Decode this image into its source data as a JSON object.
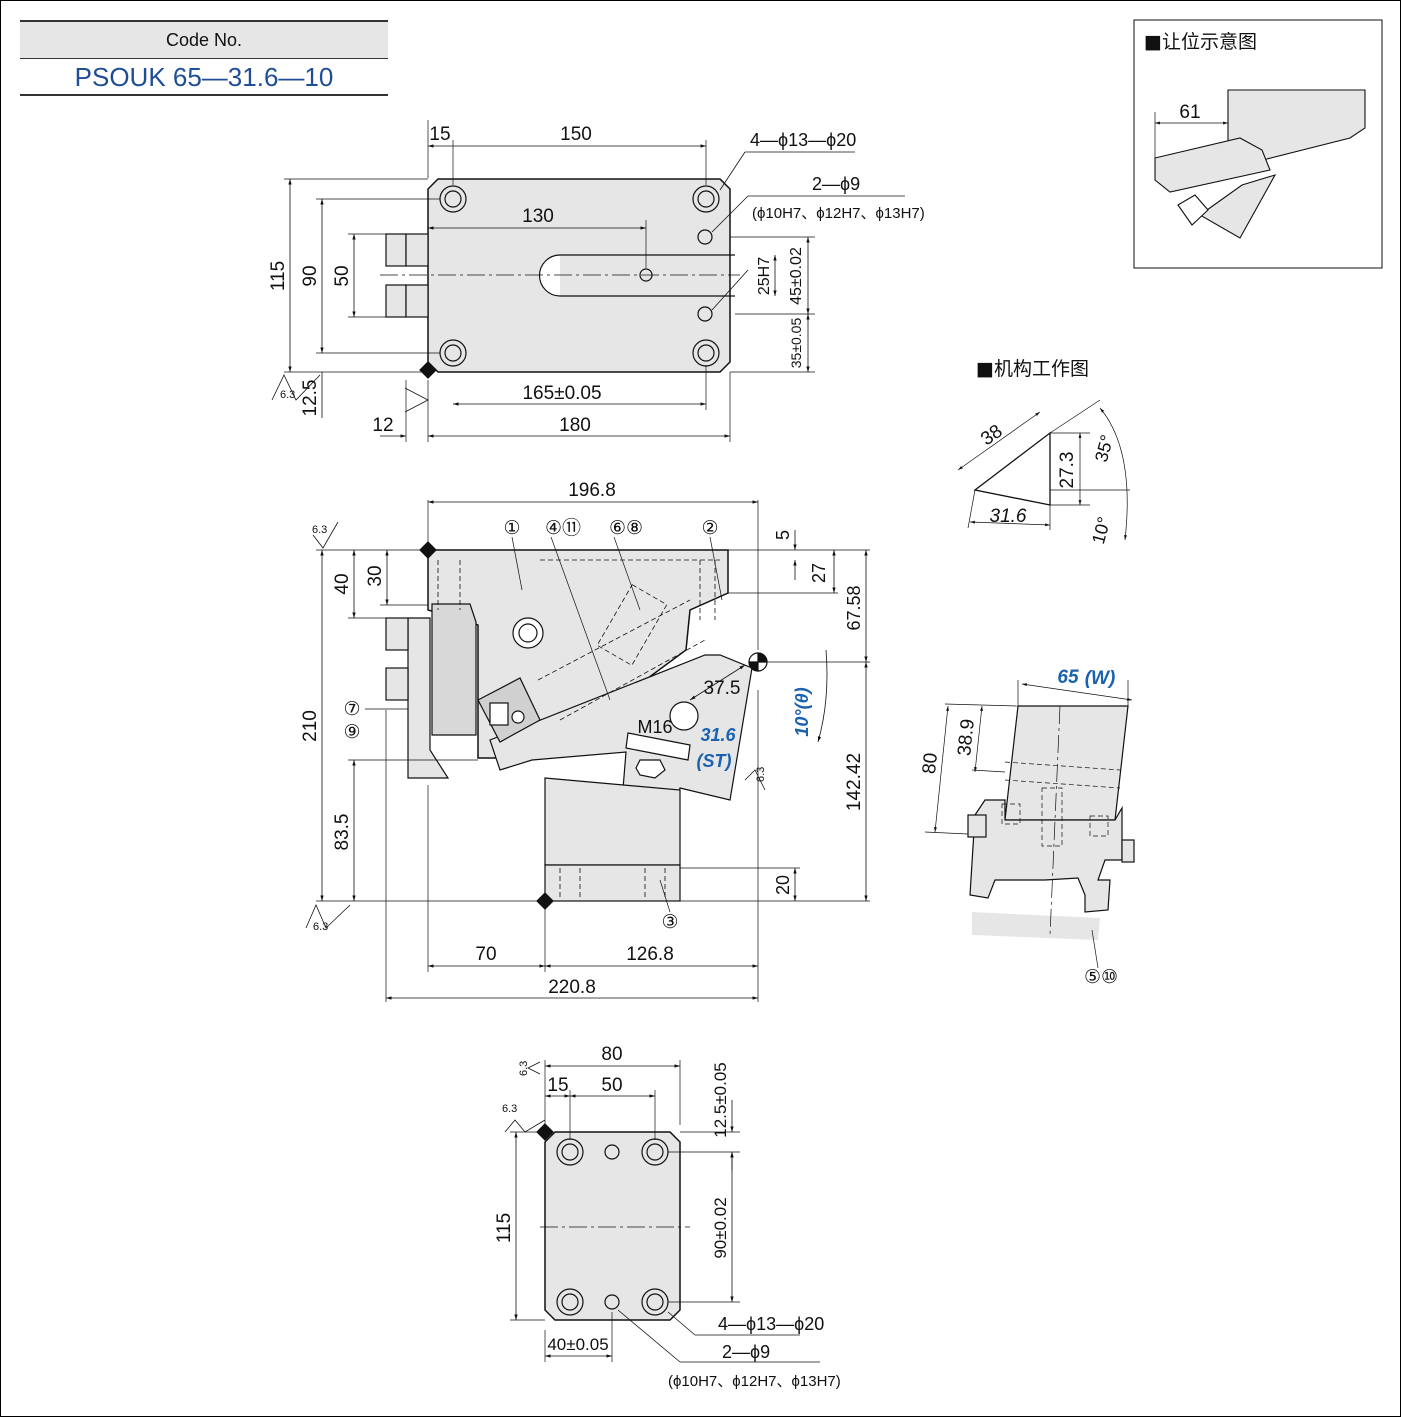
{
  "code_block": {
    "header": "Code No.",
    "value": "PSOUK 65—31.6—10"
  },
  "sections": {
    "clearance": "■让位示意图",
    "mechanism": "■机构工作图"
  },
  "top_view": {
    "d15": "15",
    "d150": "150",
    "holes_big": "4—ϕ13—ϕ20",
    "holes_small": "2—ϕ9",
    "holes_small_note": "(ϕ10H7、ϕ12H7、ϕ13H7)",
    "d130": "130",
    "d115": "115",
    "d90": "90",
    "d50": "50",
    "d25h7": "25H7",
    "d45": "45±0.02",
    "d35": "35±0.05",
    "d12_5": "12.5",
    "d165": "165±0.05",
    "d12": "12",
    "d180": "180",
    "rough": "6.3"
  },
  "front_view": {
    "d196_8": "196.8",
    "p1": "①",
    "p4_11": "④⑪",
    "p6_8": "⑥⑧",
    "p2": "②",
    "d5": "5",
    "d27": "27",
    "d67_58": "67.58",
    "d40": "40",
    "d30": "30",
    "d210": "210",
    "p7": "⑦",
    "p9": "⑨",
    "d37_5": "37.5",
    "m16": "M16",
    "st_value": "31.6",
    "st_label": "(ST)",
    "angle": "10°(θ)",
    "d142_42": "142.42",
    "d83_5": "83.5",
    "d20": "20",
    "p3": "③",
    "d70": "70",
    "d126_8": "126.8",
    "d220_8": "220.8",
    "rough": "6.3"
  },
  "bottom_view": {
    "d80": "80",
    "d15": "15",
    "d50": "50",
    "d12_5": "12.5±0.05",
    "d115": "115",
    "d90": "90±0.02",
    "d40": "40±0.05",
    "holes_big": "4—ϕ13—ϕ20",
    "holes_small": "2—ϕ9",
    "holes_small_note": "(ϕ10H7、ϕ12H7、ϕ13H7)",
    "rough": "6.3"
  },
  "clearance_view": {
    "d61": "61"
  },
  "mechanism_view": {
    "d38": "38",
    "d27_3": "27.3",
    "d31_6": "31.6",
    "a35": "35°",
    "a10": "10°"
  },
  "side_view": {
    "w": "65",
    "w_label": "(W)",
    "d80": "80",
    "d38_9": "38.9",
    "p5_10": "⑤⑩"
  }
}
